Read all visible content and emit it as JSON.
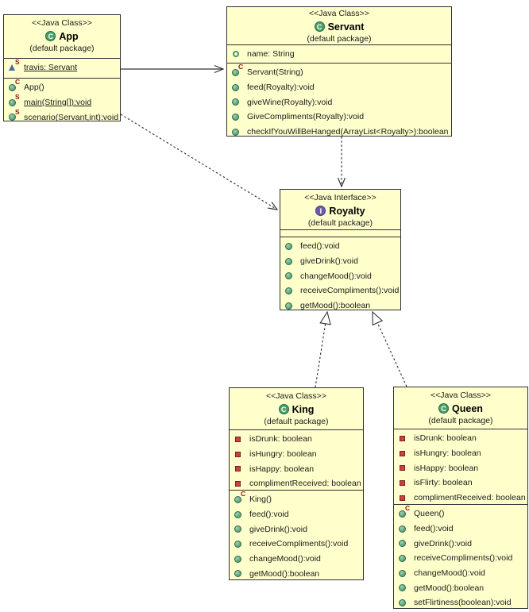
{
  "diagram_colors": {
    "box_fill": "#ffffcc",
    "box_border": "#2f2f2f",
    "class_icon_green": "#4da06b",
    "interface_icon_purple": "#6c5da8",
    "private_field_red": "#cc4040",
    "modifier_letter_red": "#8b1414"
  },
  "classes": [
    {
      "id": "app",
      "stereotype": "<<Java Class>>",
      "name": "App",
      "icon_letter": "C",
      "package": "(default package)",
      "fields": [
        {
          "icon": "tri",
          "sup": "S",
          "label": "travis: Servant",
          "underline": true
        }
      ],
      "methods": [
        {
          "icon": "ball",
          "sup": "C",
          "label": "App()"
        },
        {
          "icon": "ball",
          "sup": "S",
          "label": "main(String[]):void",
          "underline": true
        },
        {
          "icon": "ball",
          "sup": "S",
          "label": "scenario(Servant,int):void",
          "underline": true
        }
      ]
    },
    {
      "id": "servant",
      "stereotype": "<<Java Class>>",
      "name": "Servant",
      "icon_letter": "C",
      "package": "(default package)",
      "fields": [
        {
          "icon": "ring",
          "label": "name: String"
        }
      ],
      "methods": [
        {
          "icon": "ball",
          "sup": "C",
          "label": "Servant(String)"
        },
        {
          "icon": "ball",
          "label": "feed(Royalty):void"
        },
        {
          "icon": "ball",
          "label": "giveWine(Royalty):void"
        },
        {
          "icon": "ball",
          "label": "GiveCompliments(Royalty):void"
        },
        {
          "icon": "ball",
          "label": "checkIfYouWillBeHanged(ArrayList<Royalty>):boolean"
        }
      ]
    },
    {
      "id": "royalty",
      "stereotype": "<<Java Interface>>",
      "name": "Royalty",
      "icon_letter": "I",
      "package": "(default package)",
      "fields": [],
      "methods": [
        {
          "icon": "ball",
          "label": "feed():void"
        },
        {
          "icon": "ball",
          "label": "giveDrink():void"
        },
        {
          "icon": "ball",
          "label": "changeMood():void"
        },
        {
          "icon": "ball",
          "label": "receiveCompliments():void"
        },
        {
          "icon": "ball",
          "label": "getMood():boolean"
        }
      ]
    },
    {
      "id": "king",
      "stereotype": "<<Java Class>>",
      "name": "King",
      "icon_letter": "C",
      "package": "(default package)",
      "fields": [
        {
          "icon": "square",
          "label": "isDrunk: boolean"
        },
        {
          "icon": "square",
          "label": "isHungry: boolean"
        },
        {
          "icon": "square",
          "label": "isHappy: boolean"
        },
        {
          "icon": "square",
          "label": "complimentReceived: boolean"
        }
      ],
      "methods": [
        {
          "icon": "ball",
          "sup": "C",
          "label": "King()"
        },
        {
          "icon": "ball",
          "label": "feed():void"
        },
        {
          "icon": "ball",
          "label": "giveDrink():void"
        },
        {
          "icon": "ball",
          "label": "receiveCompliments():void"
        },
        {
          "icon": "ball",
          "label": "changeMood():void"
        },
        {
          "icon": "ball",
          "label": "getMood():boolean"
        }
      ]
    },
    {
      "id": "queen",
      "stereotype": "<<Java Class>>",
      "name": "Queen",
      "icon_letter": "C",
      "package": "(default package)",
      "fields": [
        {
          "icon": "square",
          "label": "isDrunk: boolean"
        },
        {
          "icon": "square",
          "label": "isHungry: boolean"
        },
        {
          "icon": "square",
          "label": "isHappy: boolean"
        },
        {
          "icon": "square",
          "label": "isFlirty: boolean"
        },
        {
          "icon": "square",
          "label": "complimentReceived: boolean"
        }
      ],
      "methods": [
        {
          "icon": "ball",
          "sup": "C",
          "label": "Queen()"
        },
        {
          "icon": "ball",
          "label": "feed():void"
        },
        {
          "icon": "ball",
          "label": "giveDrink():void"
        },
        {
          "icon": "ball",
          "label": "receiveCompliments():void"
        },
        {
          "icon": "ball",
          "label": "changeMood():void"
        },
        {
          "icon": "ball",
          "label": "getMood():boolean"
        },
        {
          "icon": "ball",
          "label": "setFlirtiness(boolean):void"
        }
      ]
    }
  ],
  "relations": [
    {
      "id": "app-servant",
      "from": "App",
      "to": "Servant",
      "type": "association"
    },
    {
      "id": "app-royalty",
      "from": "App",
      "to": "Royalty",
      "type": "dependency"
    },
    {
      "id": "servant-royalty",
      "from": "Servant",
      "to": "Royalty",
      "type": "dependency"
    },
    {
      "id": "king-royalty",
      "from": "King",
      "to": "Royalty",
      "type": "realization"
    },
    {
      "id": "queen-royalty",
      "from": "Queen",
      "to": "Royalty",
      "type": "realization"
    }
  ]
}
